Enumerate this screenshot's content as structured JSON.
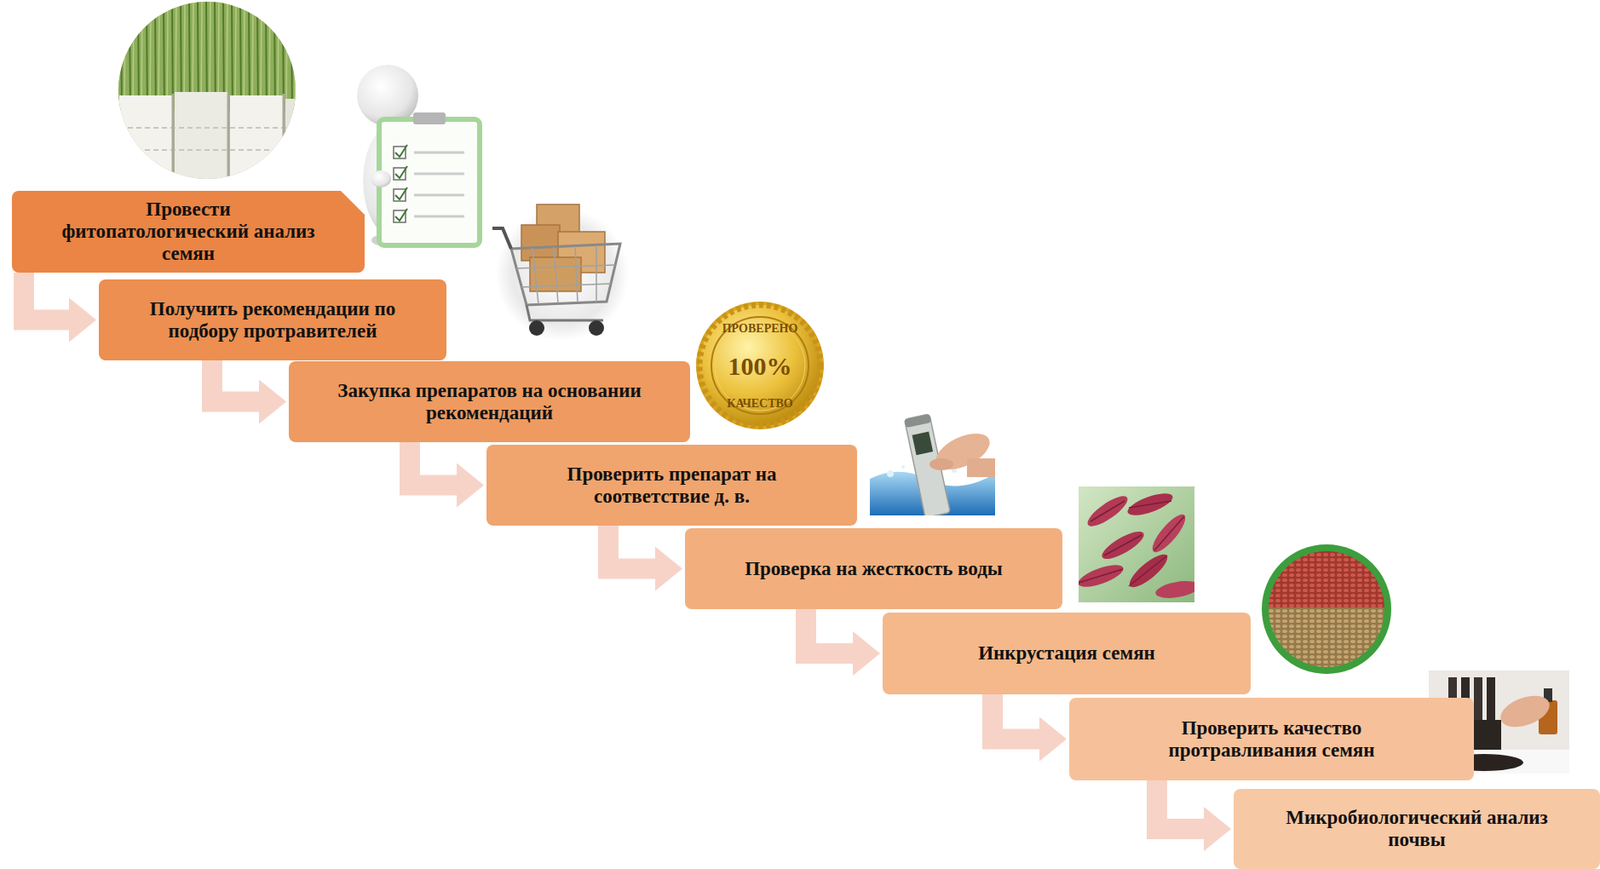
{
  "diagram": {
    "nodes": [
      {
        "text": [
          "Провести фитопатологический анализ семян"
        ]
      },
      {
        "text": [
          "Получить рекомендации по подбору протравителей"
        ]
      },
      {
        "text": [
          "Закупка препаратов на основании рекомендаций"
        ]
      },
      {
        "text": [
          "Проверить препарат на соответствие д. в."
        ]
      },
      {
        "text": [
          "Проверка на жесткость воды"
        ]
      },
      {
        "text": [
          "Инкрустация семян"
        ]
      },
      {
        "text": [
          "Проверить качество протравливания семян"
        ]
      },
      {
        "text": [
          "Микробиологический анализ почвы"
        ]
      }
    ],
    "edges": [
      {
        "from": 0,
        "to": 1,
        "arrow": "to"
      },
      {
        "from": 1,
        "to": 2,
        "arrow": "to"
      },
      {
        "from": 2,
        "to": 3,
        "arrow": "to"
      },
      {
        "from": 3,
        "to": 4,
        "arrow": "to"
      },
      {
        "from": 4,
        "to": 5,
        "arrow": "to"
      },
      {
        "from": 5,
        "to": 6,
        "arrow": "to"
      },
      {
        "from": 6,
        "to": 7,
        "arrow": "to"
      }
    ],
    "labels": [
      "ПРОВЕРЕНО",
      "100%",
      "КАЧЕСТВО"
    ]
  }
}
